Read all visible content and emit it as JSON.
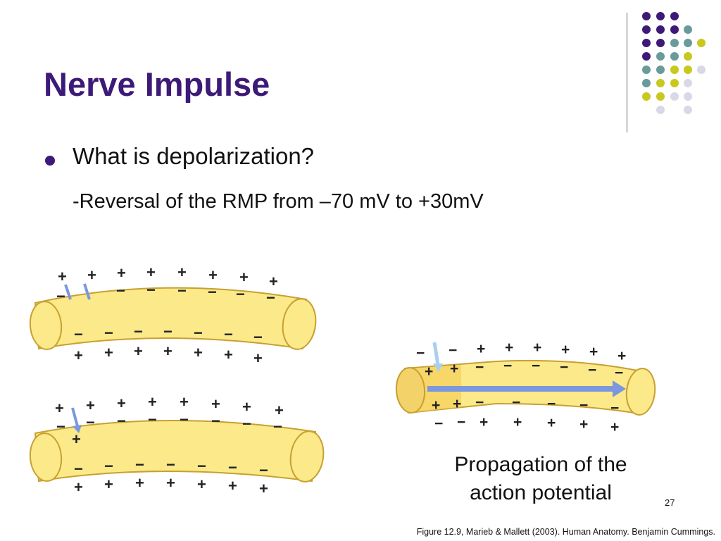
{
  "slide": {
    "title": "Nerve Impulse",
    "bullet": "What is depolarization?",
    "sub_point": "-Reversal of the RMP from –70 mV to +30mV",
    "caption_line1": "Propagation of the",
    "caption_line2": "action potential",
    "page_number": "27",
    "citation": "Figure 12.9, Marieb & Mallett (2003). Human Anatomy.  Benjamin Cummings."
  },
  "colors": {
    "title": "#3d1a78",
    "purple": "#3d1a78",
    "teal": "#6a9a9a",
    "olive": "#c8c81e",
    "lavender": "#d8d8e8",
    "axon_fill": "#fbe98a",
    "axon_stroke": "#c8a030",
    "arrow": "#7b97dd",
    "arrow_light": "#a9cff0"
  },
  "diagram": {
    "plus": "+",
    "minus": "−"
  }
}
